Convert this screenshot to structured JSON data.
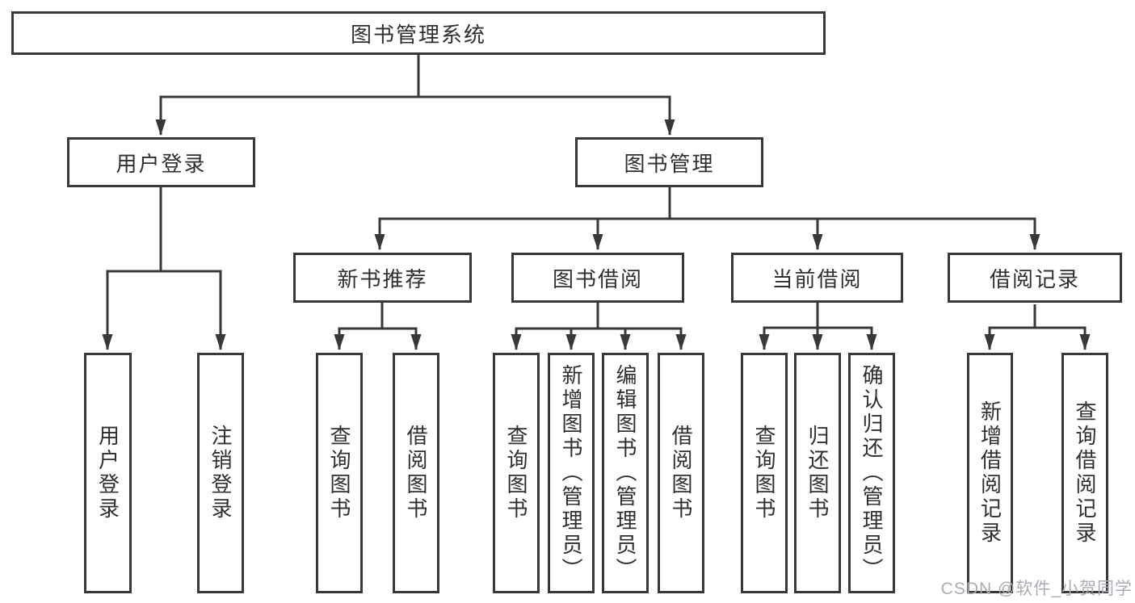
{
  "diagram": {
    "root": {
      "label": "图书管理系统"
    },
    "branches": {
      "user_login": {
        "label": "用户登录",
        "children": {
          "login": {
            "label": "用户登录"
          },
          "logout": {
            "label": "注销登录"
          }
        }
      },
      "book_management": {
        "label": "图书管理",
        "children": {
          "new_book_recommend": {
            "label": "新书推荐",
            "children": {
              "query_book": {
                "label": "查询图书"
              },
              "borrow_book": {
                "label": "借阅图书"
              }
            }
          },
          "book_borrowing": {
            "label": "图书借阅",
            "children": {
              "query_book": {
                "label": "查询图书"
              },
              "add_book": {
                "label": "新增图书（管理员）"
              },
              "edit_book": {
                "label": "编辑图书（管理员）"
              },
              "borrow_book": {
                "label": "借阅图书"
              }
            }
          },
          "current_borrowing": {
            "label": "当前借阅",
            "children": {
              "query_book": {
                "label": "查询图书"
              },
              "return_book": {
                "label": "归还图书"
              },
              "confirm_return": {
                "label": "确认归还（管理员）"
              }
            }
          },
          "borrowing_records": {
            "label": "借阅记录",
            "children": {
              "add_record": {
                "label": "新增借阅记录"
              },
              "query_record": {
                "label": "查询借阅记录"
              }
            }
          }
        }
      }
    }
  },
  "watermark": {
    "text": "CSDN @软件_小贺同学"
  },
  "colors": {
    "line": "#383838",
    "text": "#2f2f2f",
    "background": "#ffffff",
    "watermark": "#a9adb3"
  }
}
